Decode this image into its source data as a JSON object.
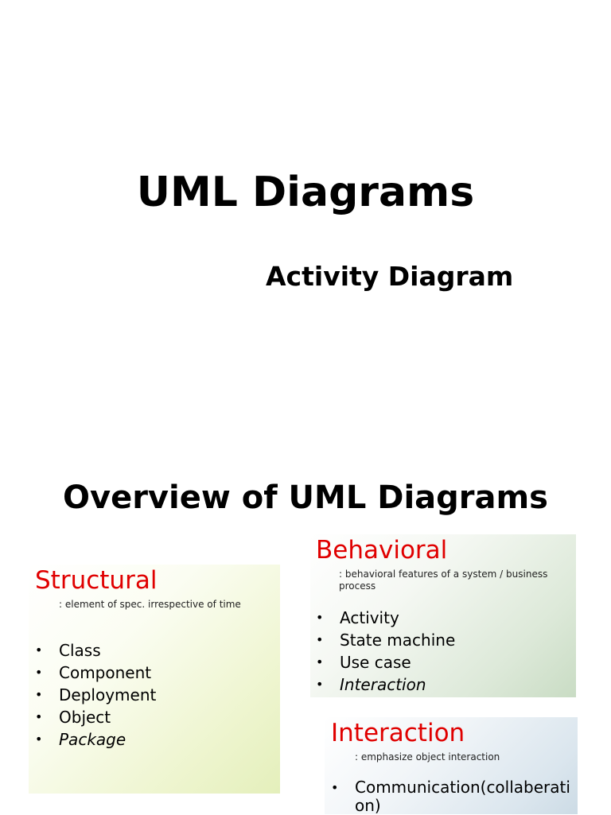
{
  "slide1": {
    "title": "UML Diagrams",
    "subtitle": "Activity Diagram"
  },
  "slide2": {
    "title": "Overview of UML Diagrams",
    "structural": {
      "heading": "Structural",
      "note": ": element of spec. irrespective of time",
      "items": [
        "Class",
        "Component",
        "Deployment",
        "Object",
        "Package"
      ]
    },
    "behavioral": {
      "heading": "Behavioral",
      "note": ": behavioral features of a system / business process",
      "items": [
        "Activity",
        "State machine",
        "Use case",
        "Interaction"
      ]
    },
    "interaction": {
      "heading": "Interaction",
      "note": ": emphasize object interaction",
      "items": [
        "Communication(collaberati on)"
      ]
    },
    "bullet_glyph": "•",
    "colors": {
      "heading_red": "#e00000",
      "structural_box": "#e4efbb",
      "behavioral_box": "#c9dcc4",
      "interaction_box": "#ccdbe5"
    }
  }
}
